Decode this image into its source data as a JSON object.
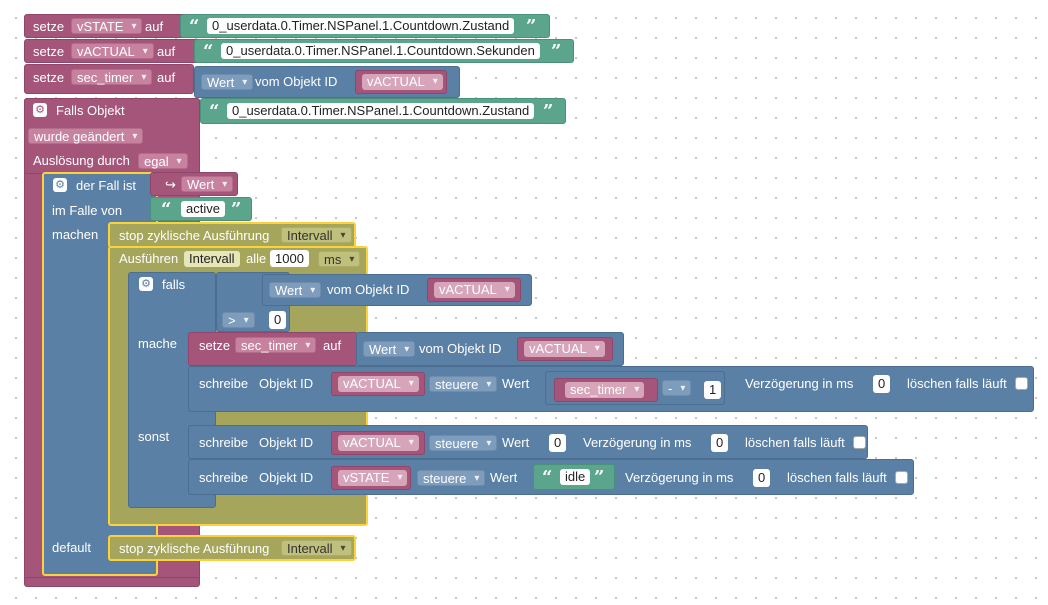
{
  "set_state": {
    "keyword": "setze",
    "variable": "vSTATE",
    "auf": "auf",
    "value": "0_userdata.0.Timer.NSPanel.1.Countdown.Zustand"
  },
  "set_actual": {
    "keyword": "setze",
    "variable": "vACTUAL",
    "auf": "auf",
    "value": "0_userdata.0.Timer.NSPanel.1.Countdown.Sekunden"
  },
  "set_timer": {
    "keyword": "setze",
    "variable": "sec_timer",
    "auf": "auf",
    "prop": "Wert",
    "from_label": "vom Objekt ID",
    "object": "vACTUAL"
  },
  "trigger": {
    "title": "Falls Objekt",
    "object_id": "0_userdata.0.Timer.NSPanel.1.Countdown.Zustand",
    "mode": "wurde geändert",
    "ausloesung_label": "Auslösung durch",
    "ausloesung_value": "egal"
  },
  "switch": {
    "title": "der Fall ist",
    "value_icon": "↪",
    "value": "Wert",
    "case_label": "im Falle von",
    "case_value": "active",
    "do_label": "machen",
    "default_label": "default"
  },
  "stop1": {
    "label": "stop zyklische Ausführung",
    "value": "Intervall"
  },
  "interval": {
    "label": "Ausführen",
    "name": "Intervall",
    "every": "alle",
    "ms": "1000",
    "unit": "ms"
  },
  "if_block": {
    "falls": "falls",
    "prop": "Wert",
    "from_label": "vom Objekt ID",
    "object": "vACTUAL",
    "op": ">",
    "compare": "0",
    "mache": "mache",
    "sonst": "sonst"
  },
  "set_sec": {
    "keyword": "setze",
    "variable": "sec_timer",
    "auf": "auf",
    "prop": "Wert",
    "from_label": "vom Objekt ID",
    "object": "vACTUAL"
  },
  "write1": {
    "keyword": "schreibe",
    "id_label": "Objekt ID",
    "object": "vACTUAL",
    "mode": "steuere",
    "wert": "Wert",
    "math_var": "sec_timer",
    "math_op": "-",
    "math_num": "1",
    "delay_label": "Verzögerung in ms",
    "delay": "0",
    "clear_label": "löschen falls läuft"
  },
  "write2": {
    "keyword": "schreibe",
    "id_label": "Objekt ID",
    "object": "vACTUAL",
    "mode": "steuere",
    "wert": "Wert",
    "value": "0",
    "delay_label": "Verzögerung in ms",
    "delay": "0",
    "clear_label": "löschen falls läuft"
  },
  "write3": {
    "keyword": "schreibe",
    "id_label": "Objekt ID",
    "object": "vSTATE",
    "mode": "steuere",
    "wert": "Wert",
    "value": "idle",
    "delay_label": "Verzögerung in ms",
    "delay": "0",
    "clear_label": "löschen falls läuft"
  },
  "stop2": {
    "label": "stop zyklische Ausführung",
    "value": "Intervall"
  },
  "colors": {
    "variables": "#a5557a",
    "text": "#5ba58c",
    "objects": "#5b80a5",
    "timers": "#a5a55b",
    "highlight": "#fad23c"
  }
}
